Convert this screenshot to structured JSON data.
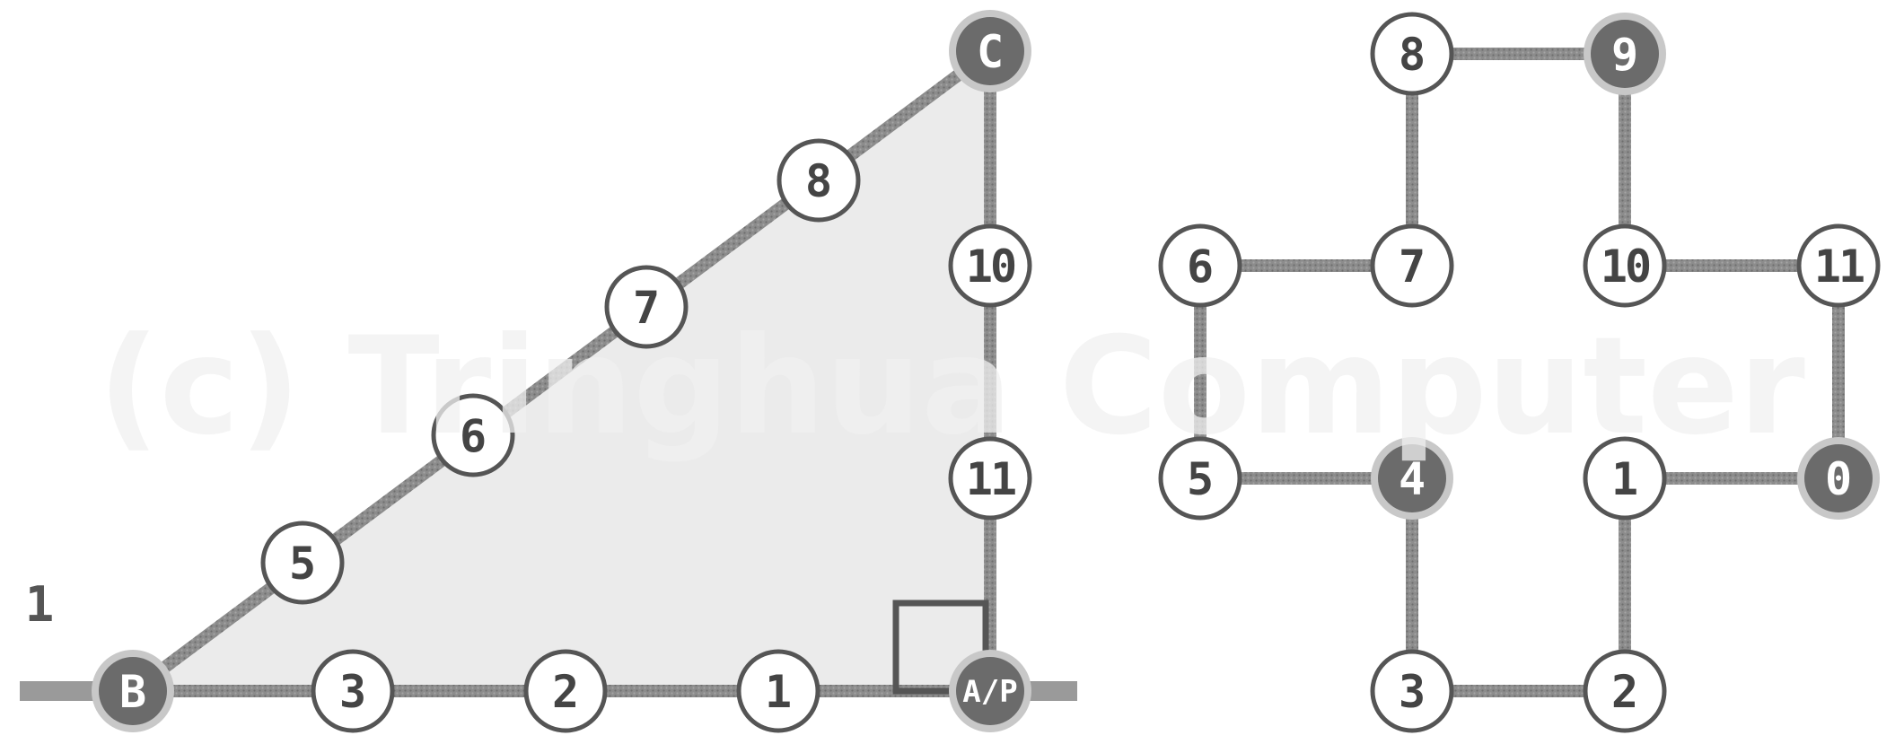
{
  "watermark": "(c) Tringhua Computer",
  "side_label": "1",
  "colors": {
    "triangle_fill": "#ebebeb",
    "edge": "#8c8c8c",
    "edge_texture": "#6e6e6e",
    "node_dark": "#6b6b6b",
    "node_ring": "#c8c8c8",
    "node_light_fill": "#ffffff",
    "node_stroke": "#555555",
    "text_dark": "#444444",
    "text_light": "#ffffff",
    "watermark": "#f1f1f1"
  },
  "triangle": {
    "nodes": [
      {
        "id": "B",
        "label": "B",
        "dark": true
      },
      {
        "id": "C",
        "label": "C",
        "dark": true
      },
      {
        "id": "A",
        "label": "A/P",
        "dark": true
      },
      {
        "id": "h1",
        "label": "3",
        "dark": false
      },
      {
        "id": "h2",
        "label": "2",
        "dark": false
      },
      {
        "id": "h3",
        "label": "1",
        "dark": false
      },
      {
        "id": "d1",
        "label": "5",
        "dark": false
      },
      {
        "id": "d2",
        "label": "6",
        "dark": false
      },
      {
        "id": "d3",
        "label": "7",
        "dark": false
      },
      {
        "id": "d4",
        "label": "8",
        "dark": false
      },
      {
        "id": "v1",
        "label": "10",
        "dark": false
      },
      {
        "id": "v2",
        "label": "11",
        "dark": false
      }
    ]
  },
  "cycle": {
    "nodes": [
      {
        "id": "n8",
        "label": "8",
        "dark": false
      },
      {
        "id": "n9",
        "label": "9",
        "dark": true
      },
      {
        "id": "n6",
        "label": "6",
        "dark": false
      },
      {
        "id": "n7",
        "label": "7",
        "dark": false
      },
      {
        "id": "n10",
        "label": "10",
        "dark": false
      },
      {
        "id": "n11",
        "label": "11",
        "dark": false
      },
      {
        "id": "n5",
        "label": "5",
        "dark": false
      },
      {
        "id": "n4",
        "label": "4",
        "dark": true
      },
      {
        "id": "n1",
        "label": "1",
        "dark": false
      },
      {
        "id": "n0",
        "label": "0",
        "dark": true
      },
      {
        "id": "n3",
        "label": "3",
        "dark": false
      },
      {
        "id": "n2",
        "label": "2",
        "dark": false
      }
    ],
    "edges": [
      [
        "n8",
        "n9"
      ],
      [
        "n8",
        "n7"
      ],
      [
        "n9",
        "n10"
      ],
      [
        "n6",
        "n7"
      ],
      [
        "n10",
        "n11"
      ],
      [
        "n6",
        "n5"
      ],
      [
        "n11",
        "n0"
      ],
      [
        "n5",
        "n4"
      ],
      [
        "n1",
        "n0"
      ],
      [
        "n4",
        "n3"
      ],
      [
        "n1",
        "n2"
      ],
      [
        "n3",
        "n2"
      ]
    ]
  }
}
